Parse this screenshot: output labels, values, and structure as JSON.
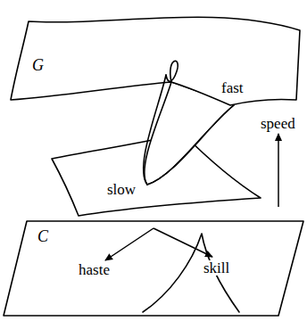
{
  "diagram": {
    "labels": [
      "G",
      "fast",
      "slow",
      "speed",
      "C",
      "haste",
      "skill"
    ]
  }
}
